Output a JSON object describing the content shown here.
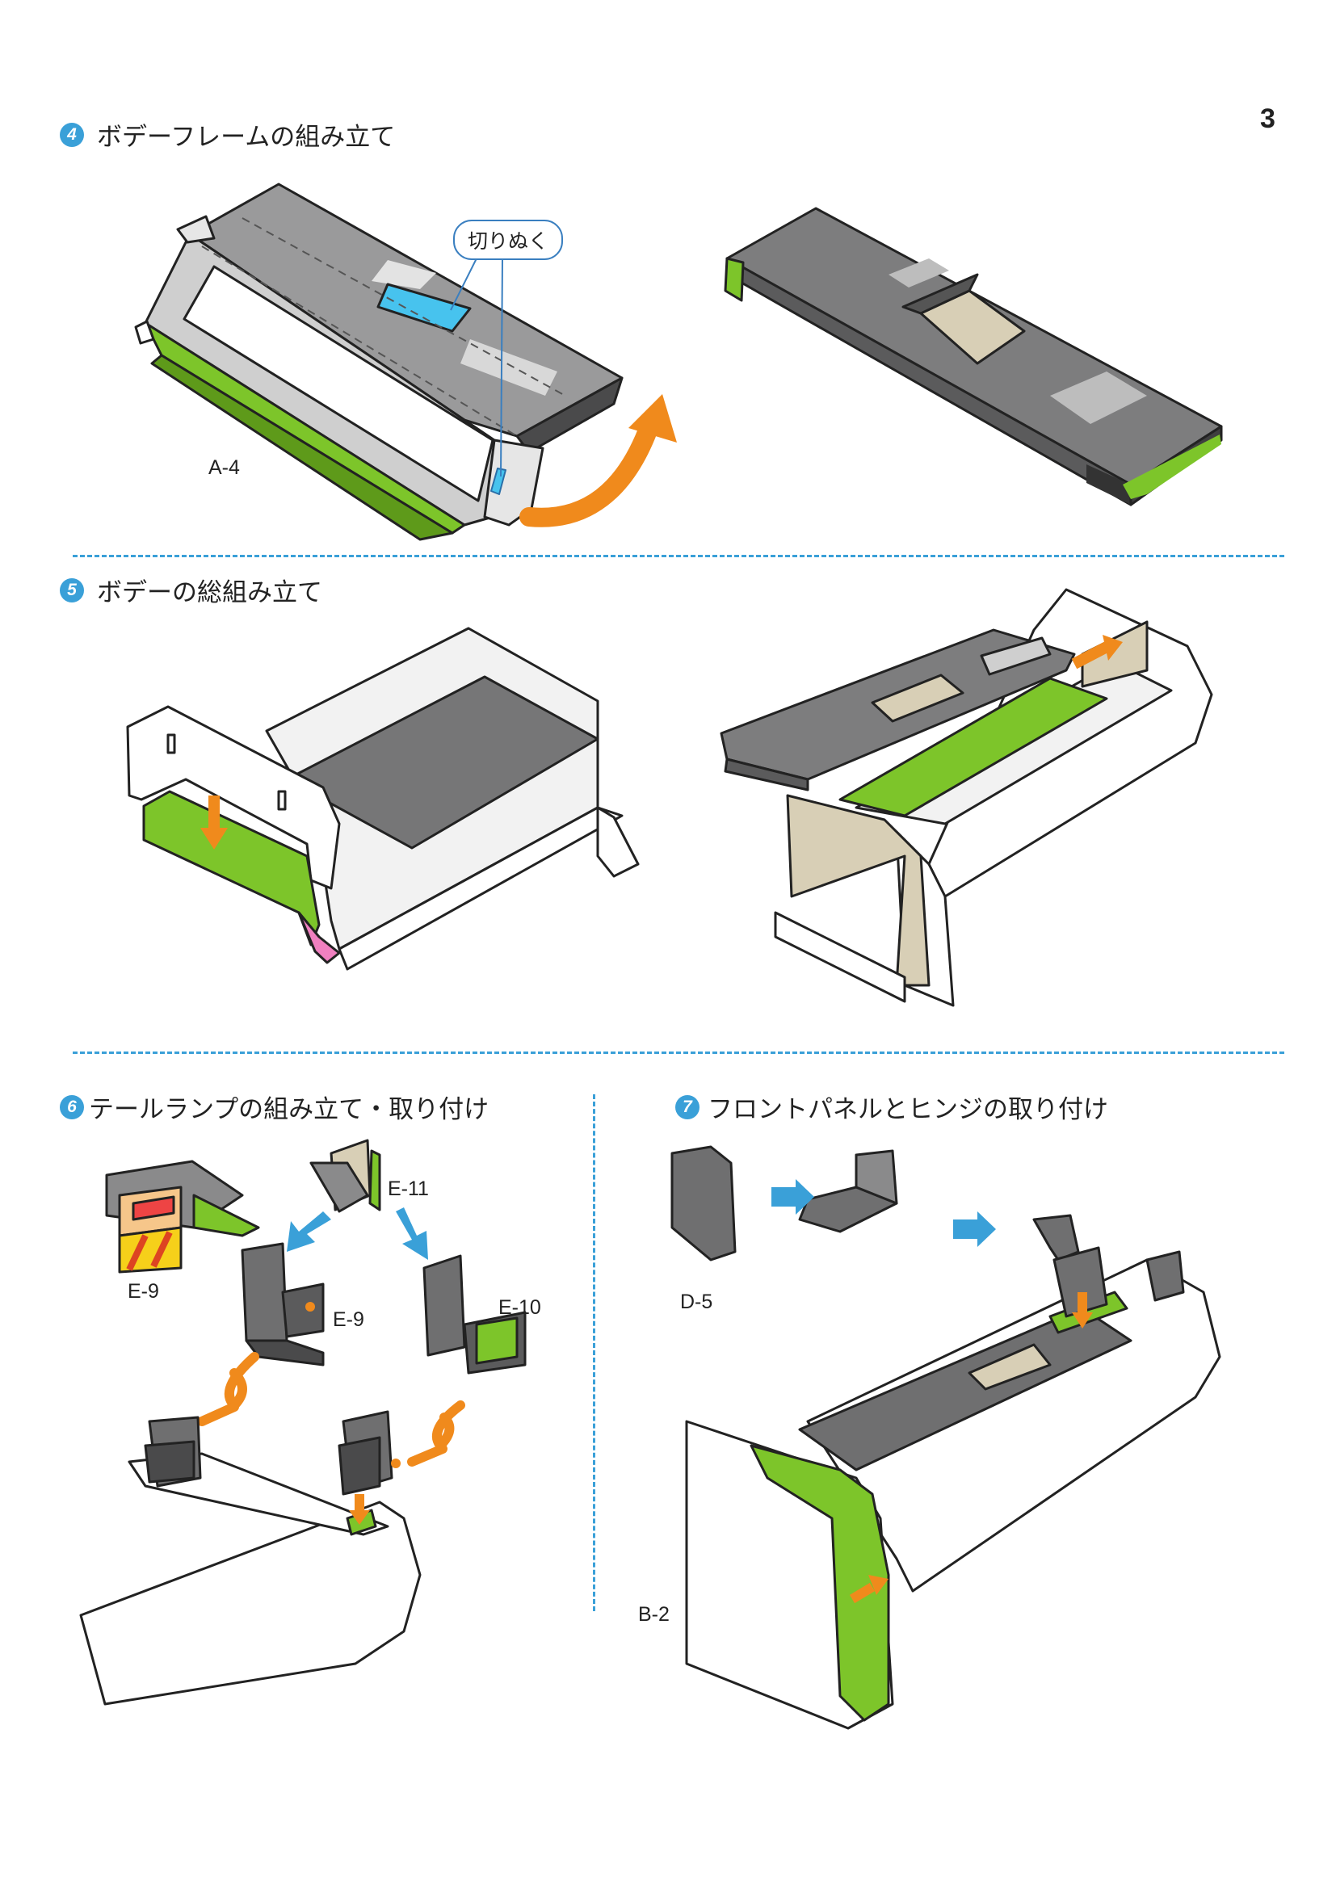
{
  "page_number": "3",
  "steps": [
    {
      "num": "4",
      "title": "ボデーフレームの組み立て"
    },
    {
      "num": "5",
      "title": "ボデーの総組み立て"
    },
    {
      "num": "6",
      "title": "テールランプの組み立て・取り付け"
    },
    {
      "num": "7",
      "title": "フロントパネルとヒンジの取り付け"
    }
  ],
  "callout": "切りぬく",
  "parts": {
    "a4": "A-4",
    "e9a": "E-9",
    "e9b": "E-9",
    "e11": "E-11",
    "e10": "E-10",
    "d5": "D-5",
    "b2": "B-2"
  },
  "colors": {
    "accent_blue": "#3aa0d8",
    "green": "#7dc52a",
    "orange": "#f08a1c",
    "dark_gray": "#6f6f70",
    "beige": "#d8cfb6",
    "cyan": "#47c3ee"
  }
}
